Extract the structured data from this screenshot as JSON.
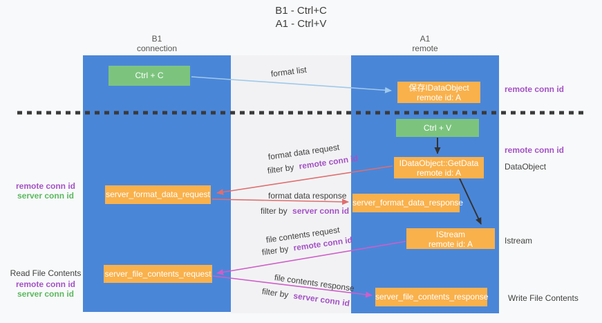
{
  "title": {
    "line1": "B1 - Ctrl+C",
    "line2": "A1 - Ctrl+V"
  },
  "lanes": {
    "left": {
      "name": "B1",
      "role": "connection"
    },
    "right": {
      "name": "A1",
      "role": "remote"
    }
  },
  "boxes": {
    "ctrl_c": {
      "label": "Ctrl + C"
    },
    "save_dataobject": {
      "line1": "保存IDataObject",
      "line2": "remote id: A"
    },
    "ctrl_v": {
      "label": "Ctrl + V"
    },
    "getdata": {
      "line1": "IDataObject::GetData",
      "line2": "remote id: A"
    },
    "server_format_data_request": {
      "label": "server_format_data_request"
    },
    "server_format_data_response": {
      "label": "server_format_data_response"
    },
    "istream": {
      "line1": "IStream",
      "line2": "remote id: A"
    },
    "server_file_contents_request": {
      "label": "server_file_contents_request"
    },
    "server_file_contents_response": {
      "label": "server_file_contents_response"
    }
  },
  "right_labels": {
    "remote_conn_id_top": "remote conn id",
    "remote_conn_id_mid": "remote conn id",
    "dataobject": "DataObject",
    "istream": "Istream",
    "write_file_contents": "Write File Contents"
  },
  "left_labels": {
    "remote_conn_id_format": "remote conn id",
    "server_conn_id_format": "server conn id",
    "read_file_contents": "Read File Contents",
    "remote_conn_id_file": "remote conn id",
    "server_conn_id_file": "server conn id"
  },
  "arrow_labels": {
    "format_list": "format list",
    "format_data_request": "format data request",
    "format_data_response": "format data response",
    "file_contents_request": "file contents request",
    "file_contents_response": "file contents response",
    "filter_by": "filter by",
    "remote_conn_id": "remote conn id",
    "server_conn_id": "server conn id"
  },
  "colors": {
    "lane_blue": "#4a86d8",
    "box_green": "#7cc47e",
    "box_orange": "#f9b14c",
    "arrow_red": "#e06e6e",
    "arrow_magenta": "#cf5ec9",
    "arrow_blue": "#9fc9ea",
    "arrow_black": "#333333",
    "dashed_line": "#3a3a3a",
    "text_purple": "#a452c5",
    "text_green": "#5cb860"
  }
}
